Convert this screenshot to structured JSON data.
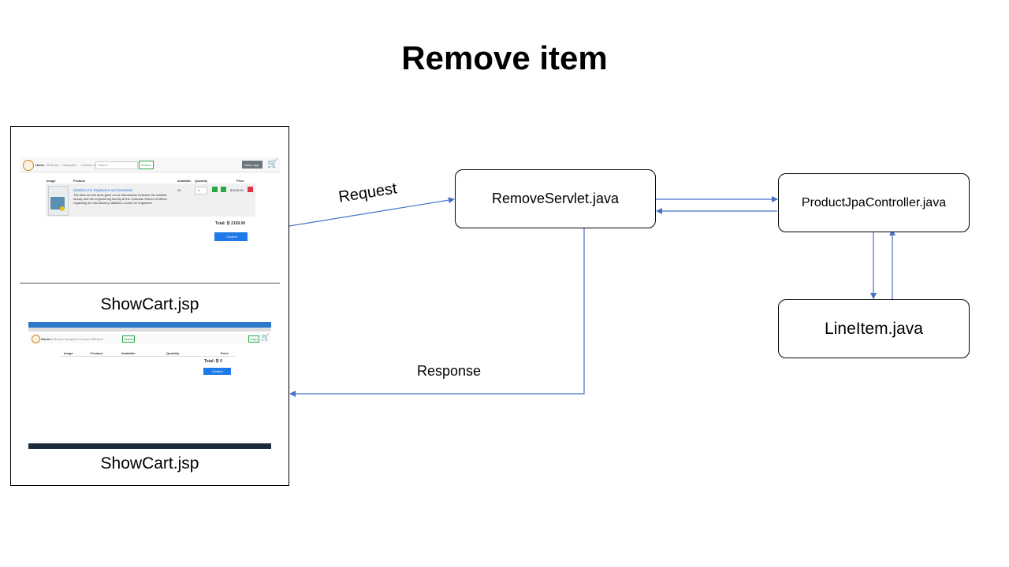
{
  "title": "Remove item",
  "nodes": {
    "remove_servlet": "RemoveServlet.java",
    "product_jpa_controller": "ProductJpaController.java",
    "line_item": "LineItem.java"
  },
  "panel": {
    "caption_top": "ShowCart.jsp",
    "caption_bottom": "ShowCart.jsp"
  },
  "edges": {
    "request": "Request",
    "response": "Response"
  },
  "mini_cart_before": {
    "nav_home": "Home",
    "nav_all_books": "All Books",
    "nav_categories": "Categories",
    "nav_contact": "Contact us",
    "search_placeholder": "Search",
    "search_button": "Search",
    "user_button": "Nohic app",
    "col_image": "Image",
    "col_product": "Product",
    "col_available": "Available",
    "col_quantity": "Quantity",
    "col_price": "Price",
    "product_title": "Statistics for Engineers and Scientists",
    "product_desc_1": "The idea for this book grew out of discussions between the statistic",
    "product_desc_2": "faculty and the engineering faculty at the Colorado School of Mines",
    "product_desc_3": "regarding our introductory statistics course for engineers.",
    "available": "20",
    "quantity": "1",
    "price": "$2109.00",
    "total": "Total: ₿ 2109.00",
    "confirm": "Confirm"
  },
  "mini_cart_after": {
    "nav_home": "Home",
    "nav_all_books": "All Books",
    "nav_categories": "Categories",
    "nav_contact": "Contact us",
    "search_placeholder": "Search",
    "search_button": "Search",
    "login_button": "Login",
    "col_image": "Image",
    "col_product": "Product",
    "col_available": "Available",
    "col_quantity": "Quantity",
    "col_price": "Price",
    "total": "Total: ₿ 0",
    "confirm": "Confirm"
  },
  "colors": {
    "arrow": "#4472c4",
    "border": "#000000",
    "button_blue": "#1e7ae8"
  }
}
